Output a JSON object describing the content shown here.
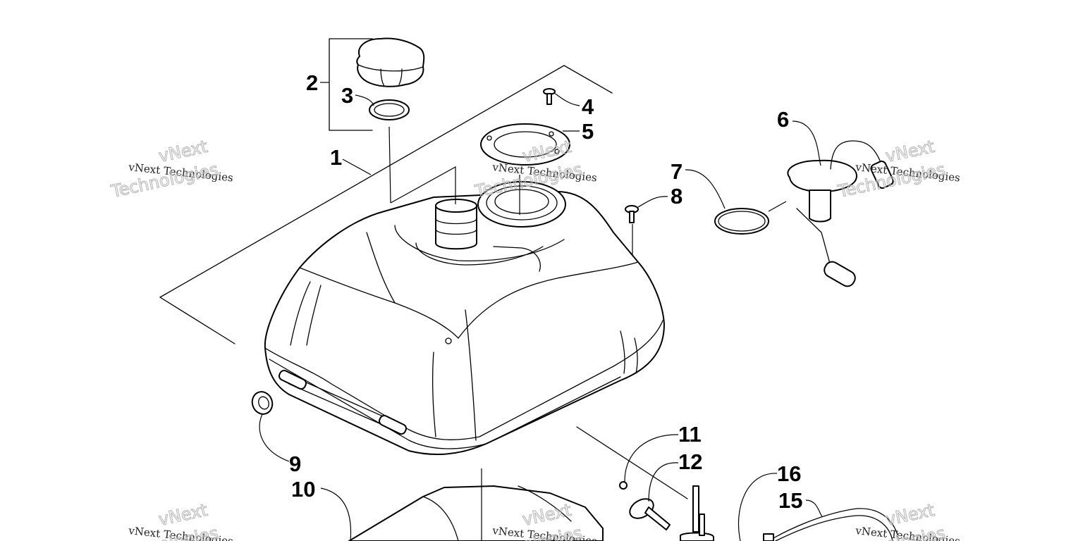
{
  "callouts": [
    {
      "id": "1",
      "label": "1"
    },
    {
      "id": "2",
      "label": "2"
    },
    {
      "id": "3",
      "label": "3"
    },
    {
      "id": "4",
      "label": "4"
    },
    {
      "id": "5",
      "label": "5"
    },
    {
      "id": "6",
      "label": "6"
    },
    {
      "id": "7",
      "label": "7"
    },
    {
      "id": "8",
      "label": "8"
    },
    {
      "id": "9",
      "label": "9"
    },
    {
      "id": "10",
      "label": "10"
    },
    {
      "id": "11",
      "label": "11"
    },
    {
      "id": "12",
      "label": "12"
    },
    {
      "id": "15",
      "label": "15"
    },
    {
      "id": "16",
      "label": "16"
    }
  ],
  "watermark": {
    "line1": "vNext Technologies",
    "line2": "vNext",
    "line3": "Technologies"
  }
}
